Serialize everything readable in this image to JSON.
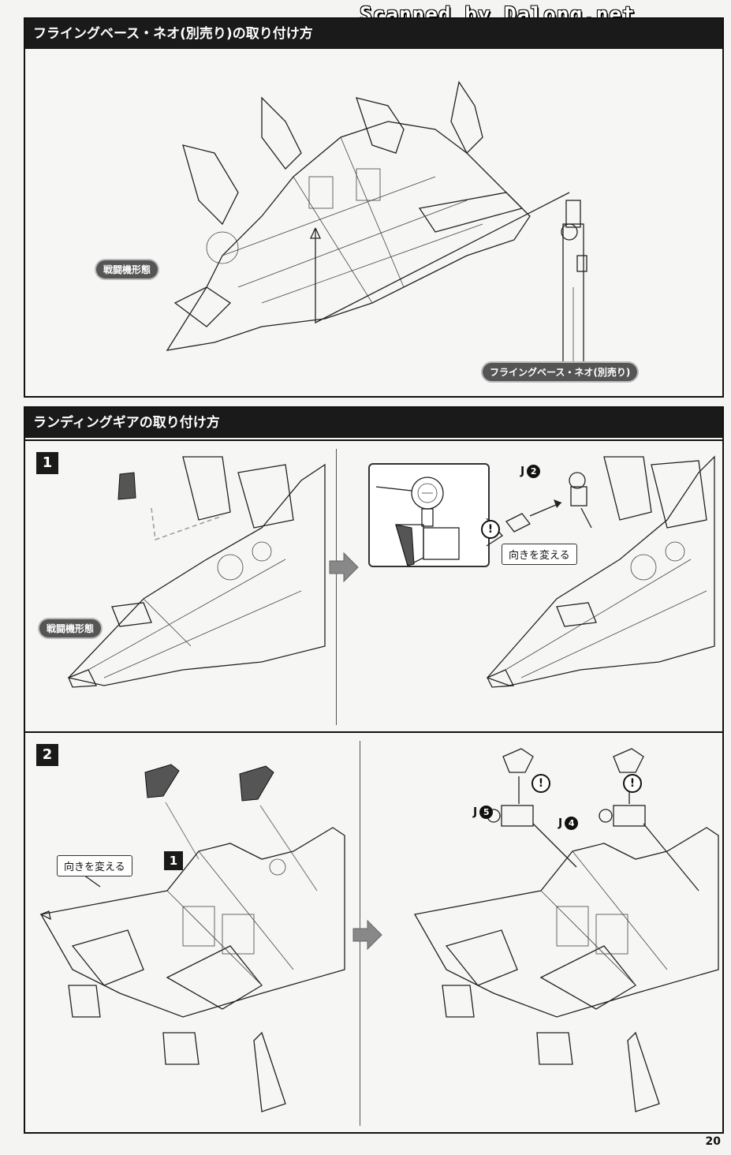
{
  "watermark": "Scanned by Dalong.net",
  "section1": {
    "title": "フライングベース・ネオ(別売り)の取り付け方",
    "label_mode": "戦闘機形態",
    "label_base": "フライングベース・ネオ(別売り)"
  },
  "section2": {
    "title": "ランディングギアの取り付け方",
    "step1": {
      "number": "1",
      "label_mode": "戦闘機形態",
      "part_letter": "J",
      "part_num": "2",
      "label_turn": "向きを変える",
      "warn": "!"
    },
    "step2": {
      "number": "2",
      "label_turn": "向きを変える",
      "ref_step": "1",
      "part_a_letter": "J",
      "part_a_num": "5",
      "part_b_letter": "J",
      "part_b_num": "4",
      "warn": "!"
    }
  },
  "page_number": "20"
}
